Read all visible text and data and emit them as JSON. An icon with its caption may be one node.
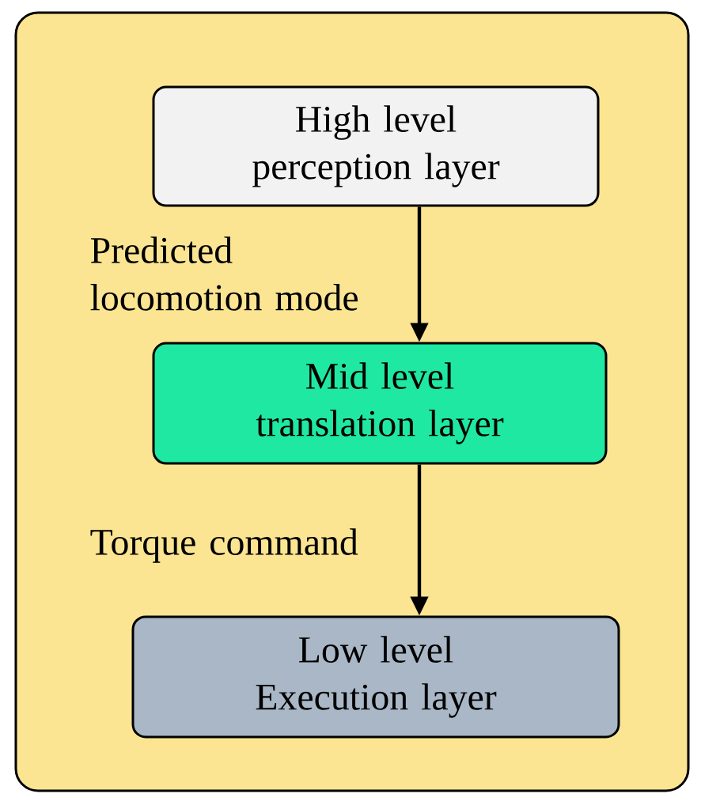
{
  "diagram": {
    "nodes": [
      {
        "text": [],
        "shape": "box"
      },
      {
        "text": [
          "High level perception layer"
        ],
        "in": 0
      },
      {
        "text": [
          "Mid level translation layer"
        ],
        "in": 0
      },
      {
        "text": [
          "Low level Execution layer"
        ],
        "in": 0
      }
    ],
    "edges": [
      {
        "from": 1,
        "to": 2,
        "arrow": "to",
        "label": "Predicted locomotion mode"
      },
      {
        "from": 2,
        "to": 3,
        "arrow": "to",
        "label": "Torque command"
      }
    ]
  }
}
